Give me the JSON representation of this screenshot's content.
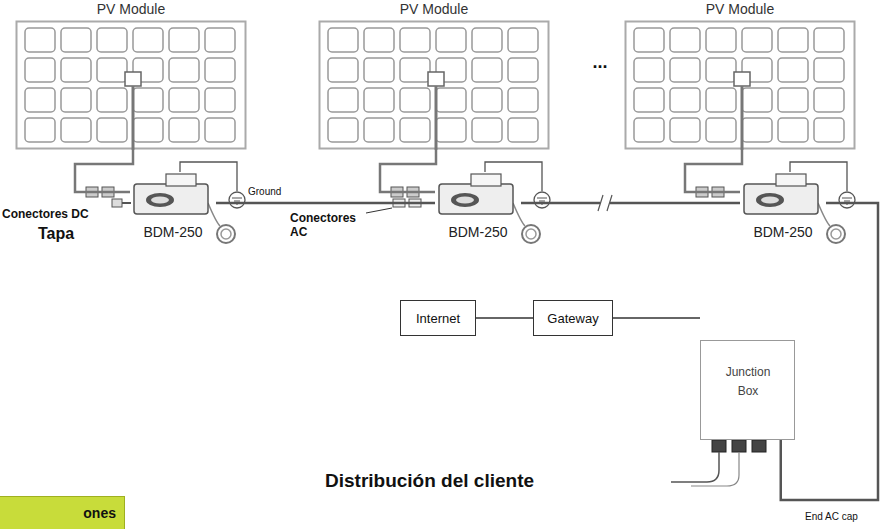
{
  "diagram": {
    "nodes": [
      {
        "text": [
          "PV Module"
        ]
      },
      {
        "text": [
          "PV Module"
        ]
      },
      {
        "text": [
          "PV Module"
        ]
      },
      {
        "text": [
          "BDM-250"
        ]
      },
      {
        "text": [
          "BDM-250"
        ]
      },
      {
        "text": [
          "BDM-250"
        ]
      },
      {
        "text": [
          "Internet"
        ]
      },
      {
        "text": [
          "Gateway"
        ]
      },
      {
        "text": [
          "Junction Box"
        ]
      }
    ],
    "edges": [
      {
        "from": 0,
        "to": 3,
        "arrow": "none"
      },
      {
        "from": 1,
        "to": 4,
        "arrow": "none"
      },
      {
        "from": 2,
        "to": 5,
        "arrow": "none"
      },
      {
        "from": 3,
        "to": 4,
        "arrow": "none"
      },
      {
        "from": 4,
        "to": 5,
        "arrow": "none"
      },
      {
        "from": 5,
        "to": 8,
        "arrow": "none"
      },
      {
        "from": 6,
        "to": 7,
        "arrow": "none"
      },
      {
        "from": 7,
        "to": 8,
        "arrow": "none"
      }
    ],
    "labels": [
      "...",
      "Ground",
      "Conectores DC",
      "Tapa",
      "Conectores AC",
      "Distribución del cliente",
      "End AC cap",
      "ones"
    ]
  }
}
